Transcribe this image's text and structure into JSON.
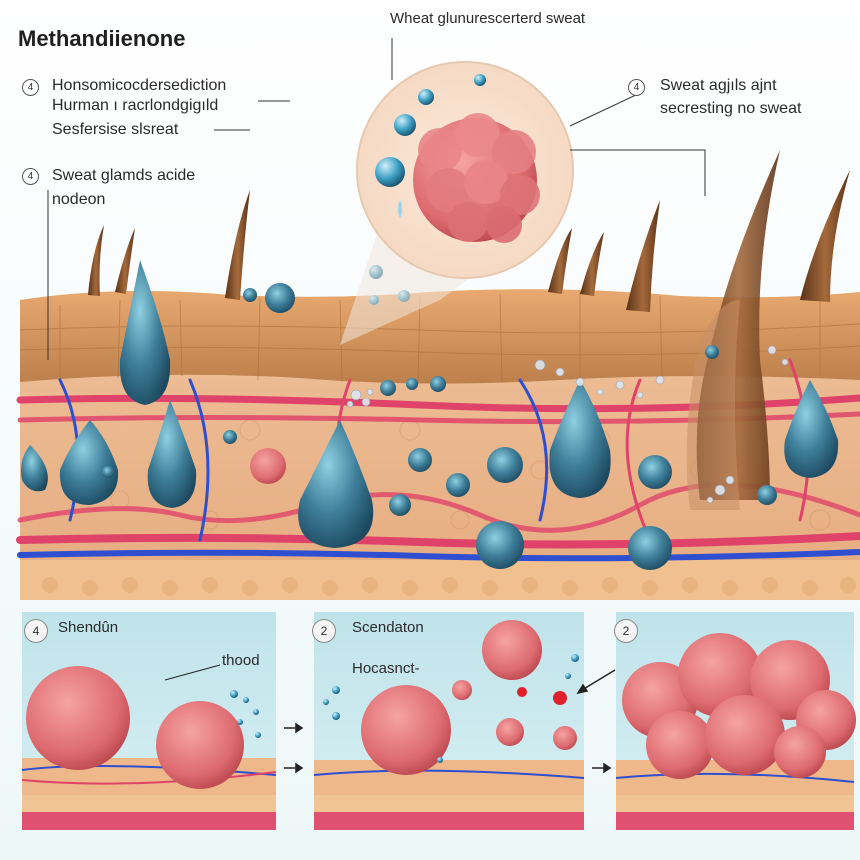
{
  "title": "Methandiienone",
  "top_label": "Wheat glunurescerterd sweat",
  "callouts": {
    "left1": {
      "number": "4",
      "lines": [
        "Honsomicocdersediction",
        "Hurman ı racrlondgigıld",
        "Sesfersise slsreat"
      ]
    },
    "left2": {
      "number": "4",
      "lines": [
        "Sweat glamds acide",
        "nodeon"
      ]
    },
    "right1": {
      "number": "4",
      "lines": [
        "Sweat agjıls ajnt",
        "secresting no sweat"
      ]
    }
  },
  "panels": [
    {
      "number": "4",
      "label": "Shendûn",
      "sub_label": "thood"
    },
    {
      "number": "2",
      "label": "Scendaton",
      "sub_label": "Hocasnct-"
    },
    {
      "number": "2",
      "label": ""
    }
  ],
  "colors": {
    "skin": "#e8b38a",
    "epidermis": "#d99a64",
    "vessel_red": "#e0436a",
    "vessel_blue": "#2f4fd0",
    "gland_blue": "#3f7f9a",
    "cell_pink": "#e7757a",
    "panel_bg": "#cdebf0"
  },
  "icons": [
    "arrow-right-icon",
    "droplet-icon",
    "hair-icon"
  ]
}
